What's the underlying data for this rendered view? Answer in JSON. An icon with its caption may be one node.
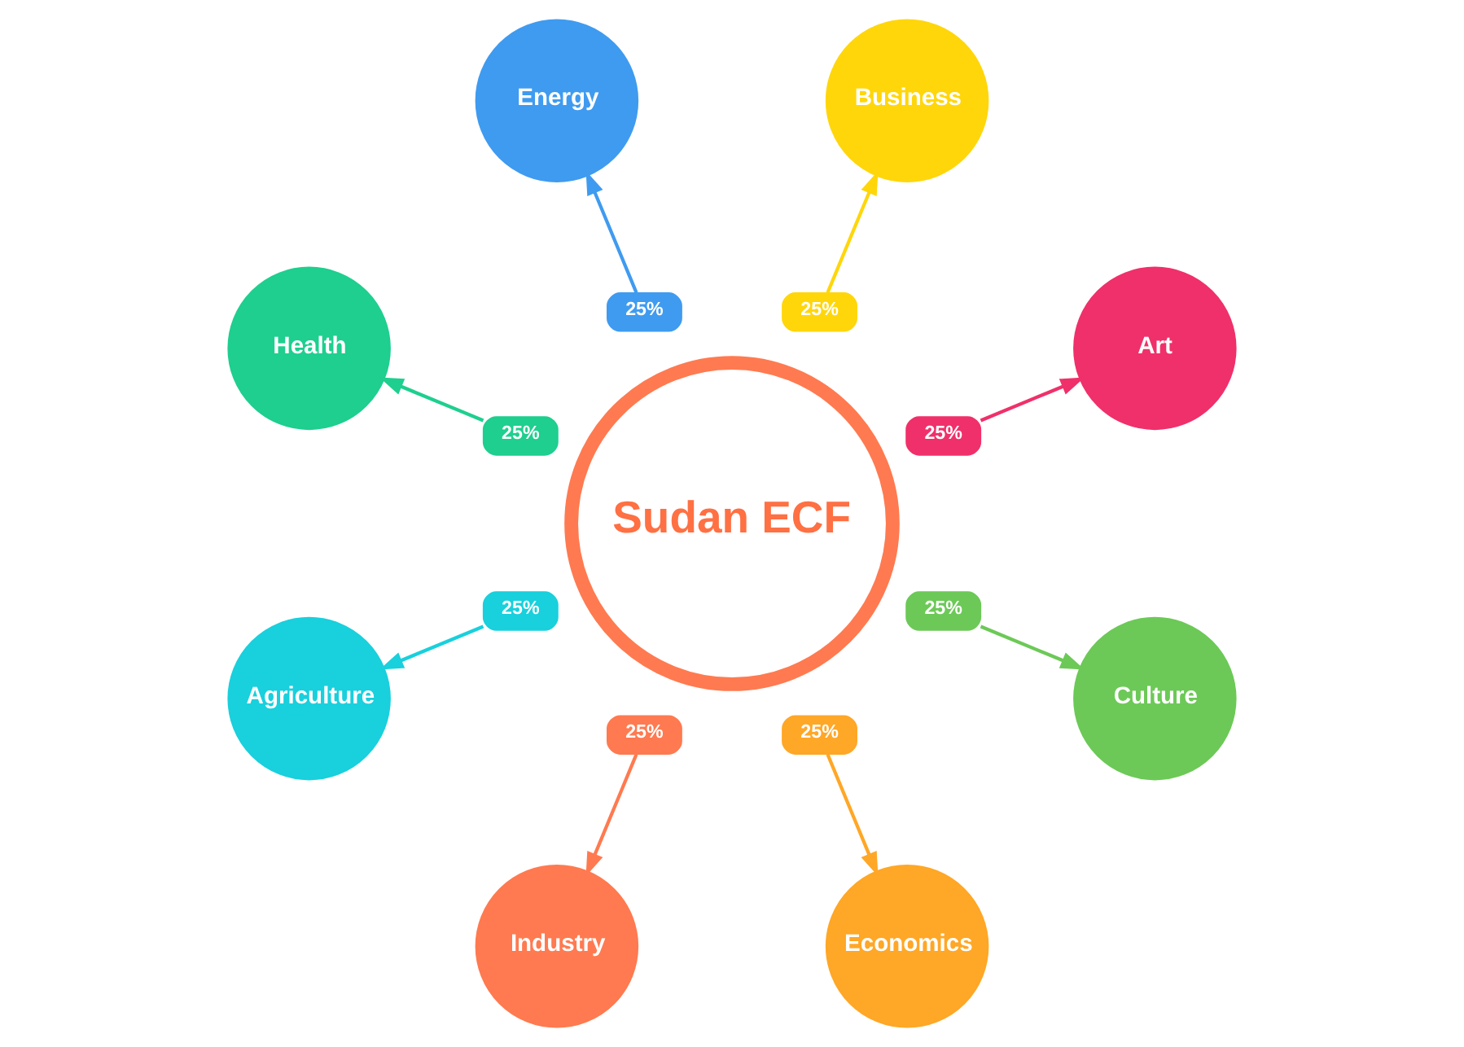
{
  "diagram": {
    "nodes": [
      {
        "text": [
          "Sudan ECF"
        ]
      },
      {
        "text": [
          "25%"
        ]
      },
      {
        "text": [
          "25%"
        ]
      },
      {
        "text": [
          "25%"
        ]
      },
      {
        "text": [
          "25%"
        ]
      },
      {
        "text": [
          "25%"
        ]
      },
      {
        "text": [
          "25%"
        ]
      },
      {
        "text": [
          "25%"
        ]
      },
      {
        "text": [
          "25%"
        ]
      },
      {
        "text": [
          "Art"
        ]
      },
      {
        "text": [
          "Business"
        ]
      },
      {
        "text": [
          "Energy"
        ]
      },
      {
        "text": [
          "Health"
        ]
      },
      {
        "text": [
          "Agriculture"
        ]
      },
      {
        "text": [
          "Industry"
        ]
      },
      {
        "text": [
          "Economics"
        ]
      },
      {
        "text": [
          "Culture"
        ]
      }
    ],
    "edges": [
      {
        "from": 1,
        "to": 9,
        "arrow": "to",
        "color": "#f0306a"
      },
      {
        "from": 2,
        "to": 10,
        "arrow": "to",
        "color": "#ffd60a"
      },
      {
        "from": 3,
        "to": 11,
        "arrow": "to",
        "color": "#3f9bf0"
      },
      {
        "from": 4,
        "to": 12,
        "arrow": "to",
        "color": "#1ecf8f"
      },
      {
        "from": 5,
        "to": 13,
        "arrow": "to",
        "color": "#19d0dd"
      },
      {
        "from": 6,
        "to": 14,
        "arrow": "to",
        "color": "#ff7a50"
      },
      {
        "from": 7,
        "to": 15,
        "arrow": "to",
        "color": "#ffa726"
      },
      {
        "from": 8,
        "to": 16,
        "arrow": "to",
        "color": "#6cc957"
      }
    ]
  }
}
